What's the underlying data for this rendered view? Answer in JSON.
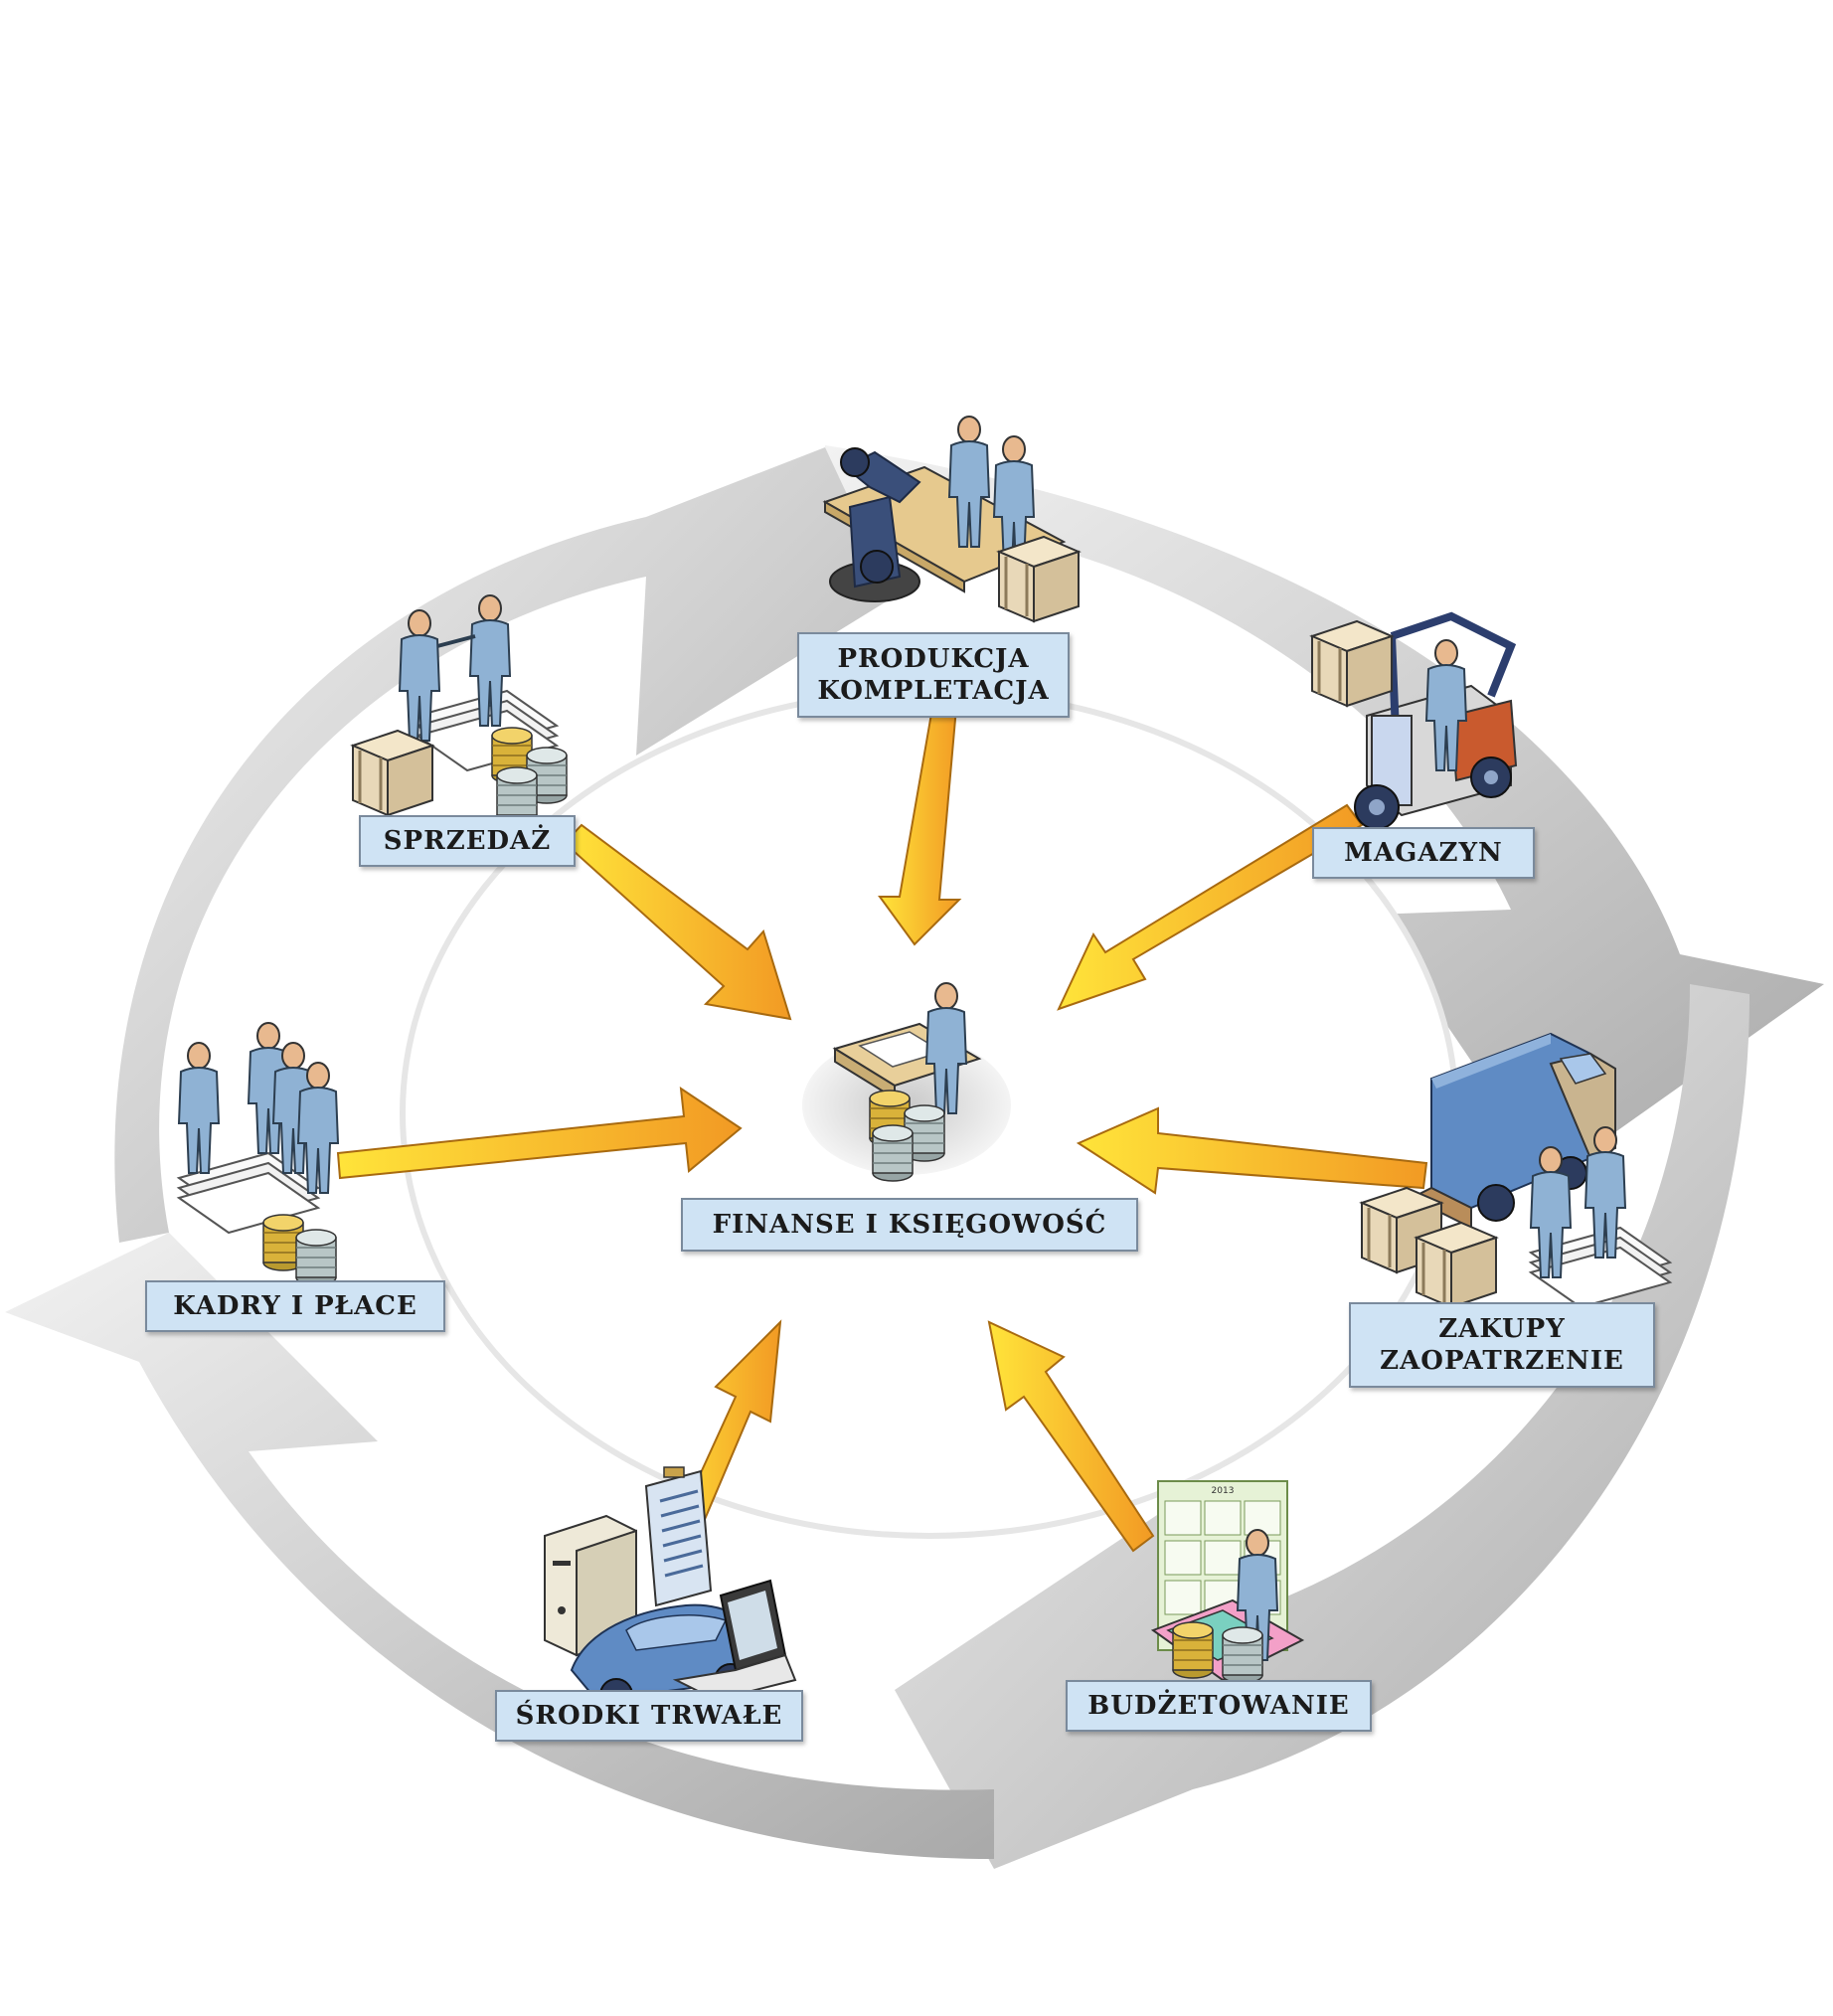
{
  "diagram": {
    "center": {
      "label": "FINANSE I KSIĘGOWOŚĆ"
    },
    "modules": [
      {
        "id": "produkcja",
        "lines": [
          "PRODUKCJA",
          "KOMPLETACJA"
        ]
      },
      {
        "id": "magazyn",
        "lines": [
          "MAGAZYN"
        ]
      },
      {
        "id": "zakupy",
        "lines": [
          "ZAKUPY",
          "ZAOPATRZENIE"
        ]
      },
      {
        "id": "budzetowanie",
        "lines": [
          "BUDŻETOWANIE"
        ]
      },
      {
        "id": "srodki",
        "lines": [
          "ŚRODKI TRWAŁE"
        ]
      },
      {
        "id": "kadry",
        "lines": [
          "KADRY I PŁACE"
        ]
      },
      {
        "id": "sprzedaz",
        "lines": [
          "SPRZEDAŻ"
        ]
      }
    ],
    "calendar_year": "2013",
    "colors": {
      "cycle_arrow": "#d9d9d9",
      "flow_arrow_start": "#ffe43a",
      "flow_arrow_end": "#f29a24",
      "label_bg": "#cfe3f4",
      "label_border": "#7a8a9c",
      "figure": "#8fb2d4",
      "box": "#e8d8b8",
      "coin_gold": "#d9b23a",
      "coin_silver": "#b8c6c6"
    }
  }
}
